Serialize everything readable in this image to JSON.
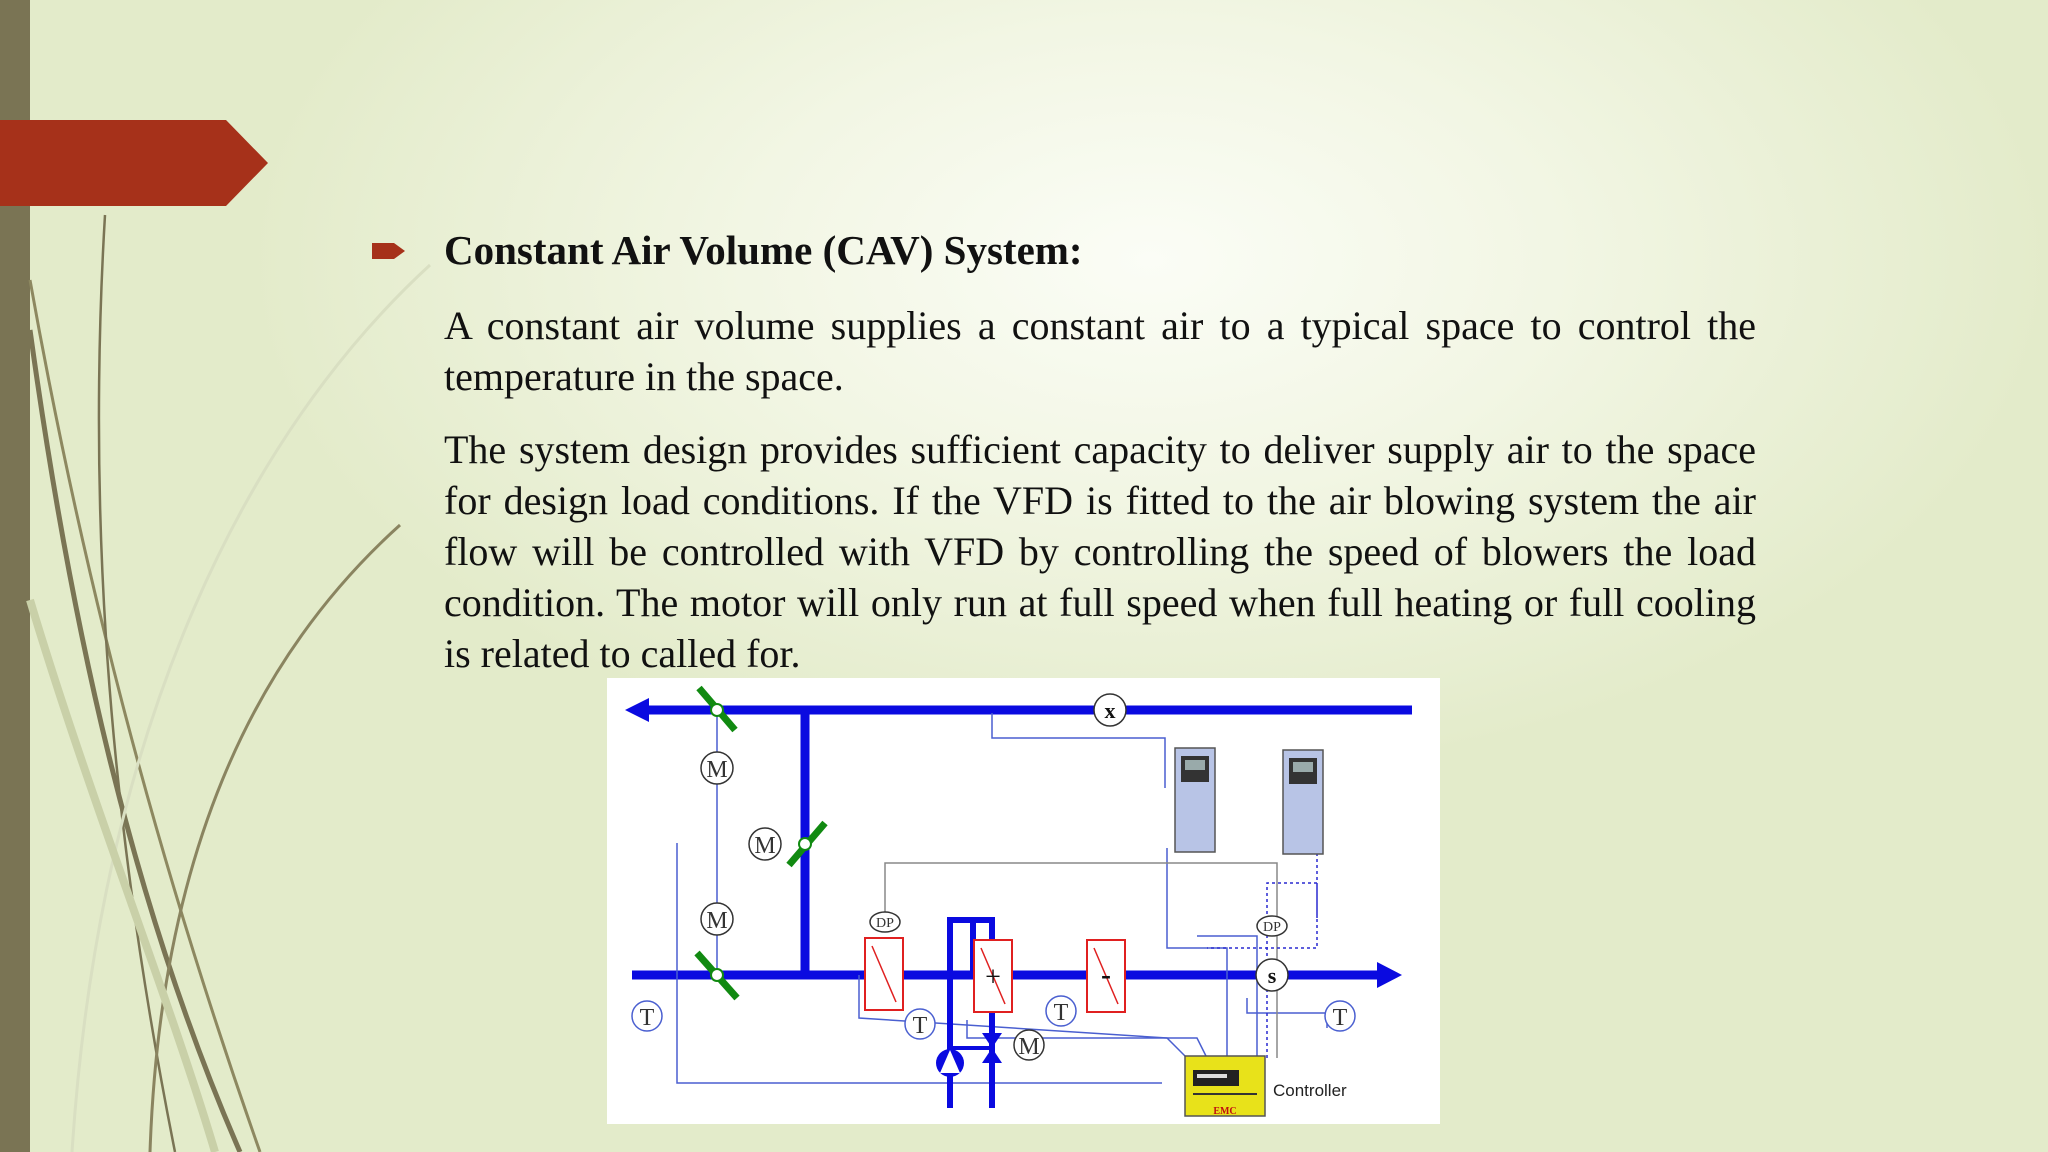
{
  "slide": {
    "heading": "Constant Air Volume (CAV) System:",
    "paragraph_1": "A constant air volume supplies a constant air to a typical space to control the temperature in the space.",
    "paragraph_2": "The system design provides sufficient capacity to deliver supply air to the space for design load conditions. If the VFD is fitted to the air blowing system the air flow will be controlled with VFD by controlling the speed of blowers the load condition. The motor will only run at full speed when full heating or full cooling is related to called for."
  },
  "diagram": {
    "motor_labels": [
      "M",
      "M",
      "M",
      "M"
    ],
    "temp_sensor_label": "T",
    "dp_label": "DP",
    "exhaust_sensor_label": "x",
    "supply_sensor_label": "s",
    "heating_coil_sign": "+",
    "cooling_coil_sign": "-",
    "controller_label": "Controller",
    "controller_badge": "EMC"
  },
  "colors": {
    "accent_red": "#a6311a",
    "left_strip": "#7a7454",
    "duct_blue": "#0a0ae0",
    "damper_green": "#118a11",
    "coil_red": "#e02020"
  },
  "icons": {
    "bullet": "arrow-bullet-icon"
  }
}
